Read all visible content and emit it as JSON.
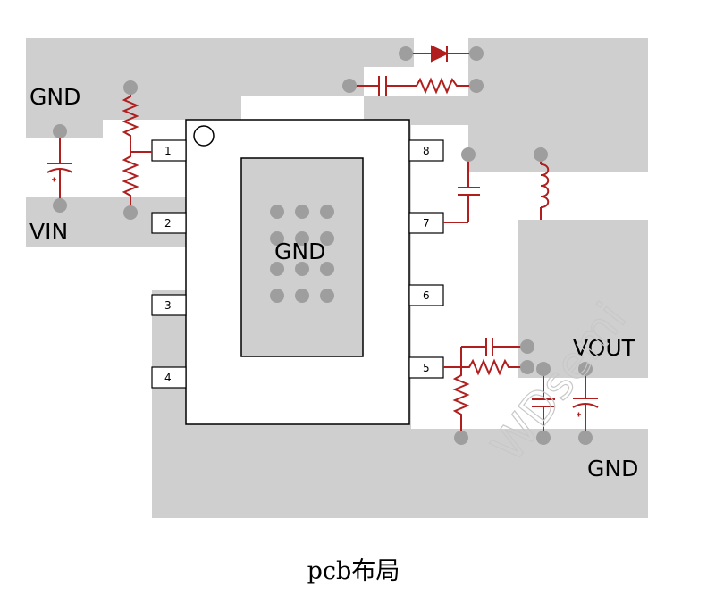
{
  "labels": {
    "gnd_top_left": "GND",
    "vin": "VIN",
    "gnd_center": "GND",
    "vout": "VOUT",
    "gnd_bottom_right": "GND"
  },
  "pins": [
    "1",
    "2",
    "3",
    "4",
    "5",
    "6",
    "7",
    "8"
  ],
  "watermark": "WDsemi",
  "caption": "pcb布局",
  "colors": {
    "copper": "#cfcfcf",
    "via": "#9e9e9e",
    "trace": "#b01e1e",
    "outline": "#000000"
  }
}
